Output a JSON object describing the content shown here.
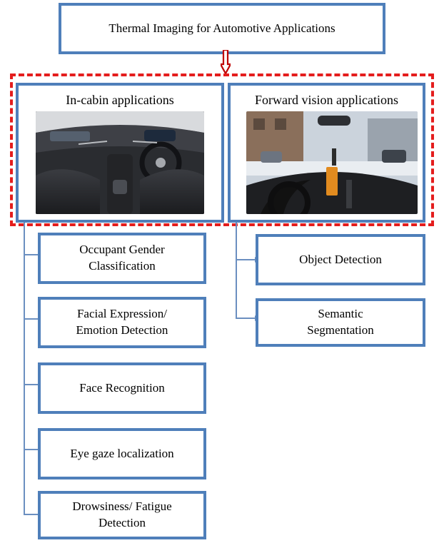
{
  "root": {
    "label": "Thermal Imaging for Automotive Applications"
  },
  "groups": [
    {
      "title": "In-cabin applications",
      "children": [
        "Occupant Gender\nClassification",
        "Facial Expression/\nEmotion Detection",
        "Face Recognition",
        "Eye gaze localization",
        "Drowsiness/ Fatigue\nDetection"
      ]
    },
    {
      "title": "Forward vision applications",
      "children": [
        "Object Detection",
        "Semantic\nSegmentation"
      ]
    }
  ],
  "colors": {
    "box_border": "#4f7fba",
    "dashed_border": "#e41d1d",
    "arrow": "#c00000",
    "connector": "#6b8fc0"
  },
  "icons": [
    "down-arrow-icon"
  ]
}
